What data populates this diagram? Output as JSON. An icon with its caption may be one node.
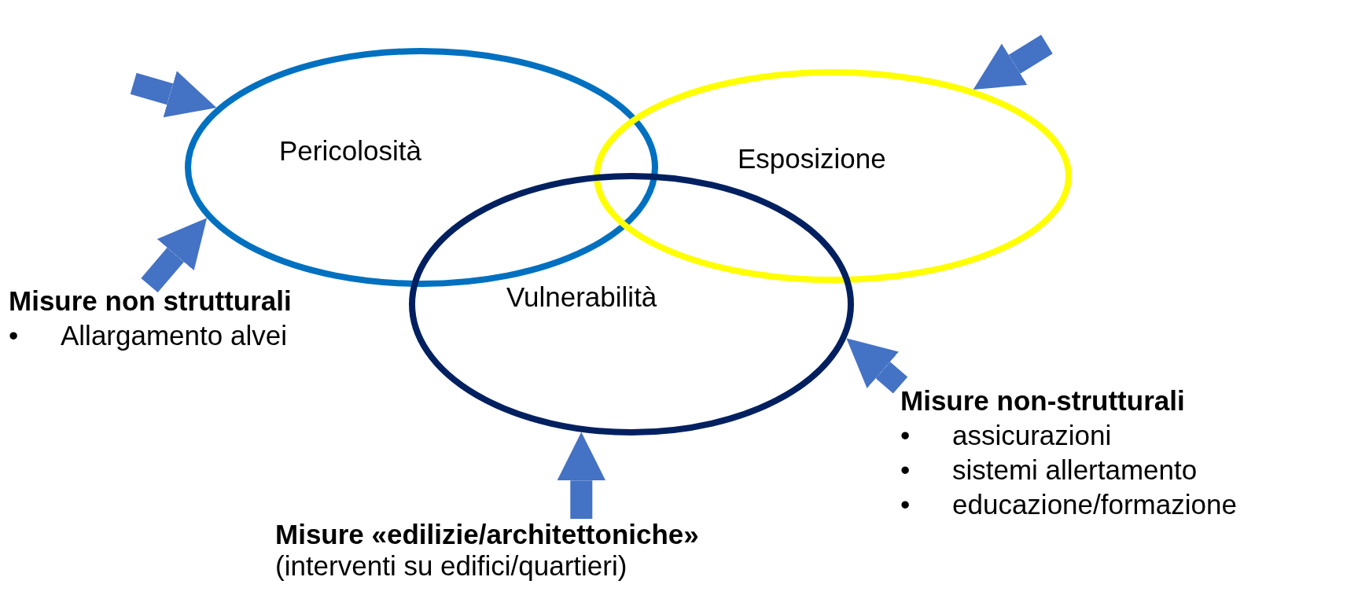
{
  "diagram": {
    "nodes": [
      {
        "text": [
          "Pericolosità"
        ]
      },
      {
        "text": [
          "Esposizione"
        ]
      },
      {
        "text": [
          "Vulnerabilità"
        ]
      },
      {
        "text": [
          "Misure non strutturali",
          "Allargamento alvei"
        ]
      },
      {
        "text": [
          "Misure «edilizie/architettoniche»",
          "(interventi su edifici/quartieri)"
        ]
      },
      {
        "text": [
          "Misure non-strutturali",
          "assicurazioni",
          "sistemi allertamento",
          "educazione/formazione"
        ]
      }
    ],
    "edges": [
      {
        "from": null,
        "to": 0,
        "arrow": "to"
      },
      {
        "from": 3,
        "to": 0,
        "arrow": "to"
      },
      {
        "from": null,
        "to": 1,
        "arrow": "to"
      },
      {
        "from": 5,
        "to": 2,
        "arrow": "to"
      },
      {
        "from": 4,
        "to": 2,
        "arrow": "to"
      }
    ],
    "labels": [
      "•",
      "•",
      "•",
      "•"
    ]
  }
}
